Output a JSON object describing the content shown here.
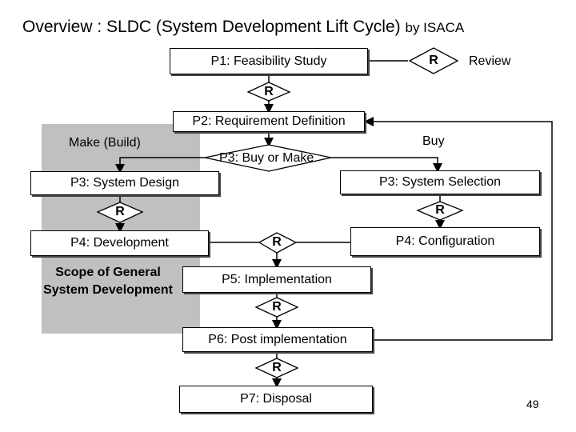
{
  "title": {
    "main": "Overview : SLDC (System Development Lift Cycle)",
    "by": "by ISACA"
  },
  "boxes": {
    "p1": "P1: Feasibility Study",
    "p2": "P2: Requirement Definition",
    "p3_design": "P3: System Design",
    "p3_selection": "P3: System Selection",
    "p4_development": "P4: Development",
    "p4_configuration": "P4: Configuration",
    "p5": "P5: Implementation",
    "p6": "P6: Post implementation",
    "p7": "P7: Disposal"
  },
  "decision": "P3: Buy or Make",
  "labels": {
    "make": "Make (Build)",
    "buy": "Buy",
    "review": "Review",
    "scope": "Scope of General System Development"
  },
  "review_marker": "R",
  "page_number": "49"
}
